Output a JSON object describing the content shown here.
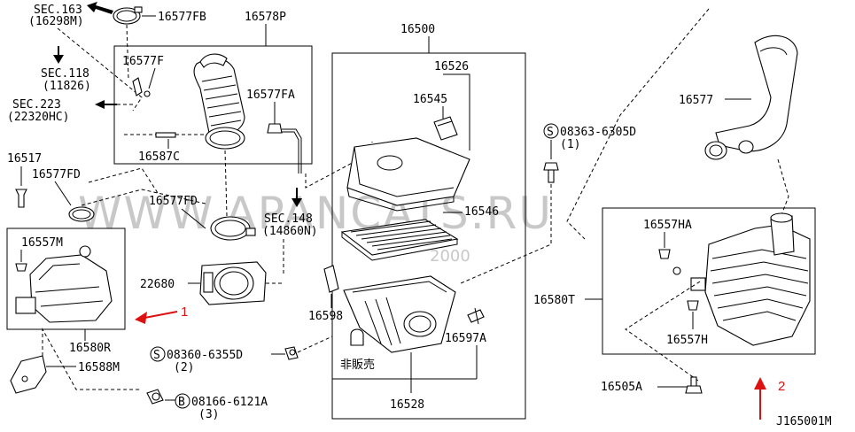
{
  "labels": {
    "sec163": "SEC.163",
    "sec163_sub": "(16298M)",
    "p16577fb": "16577FB",
    "p16578p": "16578P",
    "p16577f": "16577F",
    "sec118": "SEC.118",
    "sec118_sub": "(11826)",
    "sec223": "SEC.223",
    "sec223_sub": "(22320HC)",
    "p16577fa": "16577FA",
    "p16587c": "16587C",
    "p16517": "16517",
    "p16577fd_a": "16577FD",
    "p16577fd_b": "16577FD",
    "p16557m": "16557M",
    "p22680": "22680",
    "sec148": "SEC.148",
    "sec148_sub": "(14860N)",
    "p16580r": "16580R",
    "p16588m": "16588M",
    "bolt_08360": "08360-6355D",
    "bolt_08360_qty": "(2)",
    "bolt_08166": "08166-6121A",
    "bolt_08166_qty": "(3)",
    "p16500": "16500",
    "p16526": "16526",
    "p16545": "16545",
    "p16546": "16546",
    "p16598": "16598",
    "p16597a": "16597A",
    "not_for_sale": "非販売",
    "p16528": "16528",
    "bolt_08363": "08363-6305D",
    "bolt_08363_qty": "(1)",
    "p16577": "16577",
    "p16557ha": "16557HA",
    "p16580t": "16580T",
    "p16557h": "16557H",
    "p16505a": "16505A",
    "drawing_no": "J165001M",
    "symbol_s": "S",
    "symbol_b": "B"
  },
  "watermark": {
    "main": "WWW.APANCATS.RU",
    "year": "2000"
  },
  "annotations": {
    "arrow1": "1",
    "arrow2": "2"
  },
  "colors": {
    "line": "#000000",
    "watermark": "#c8c8c8",
    "annotation": "#dd1111"
  }
}
